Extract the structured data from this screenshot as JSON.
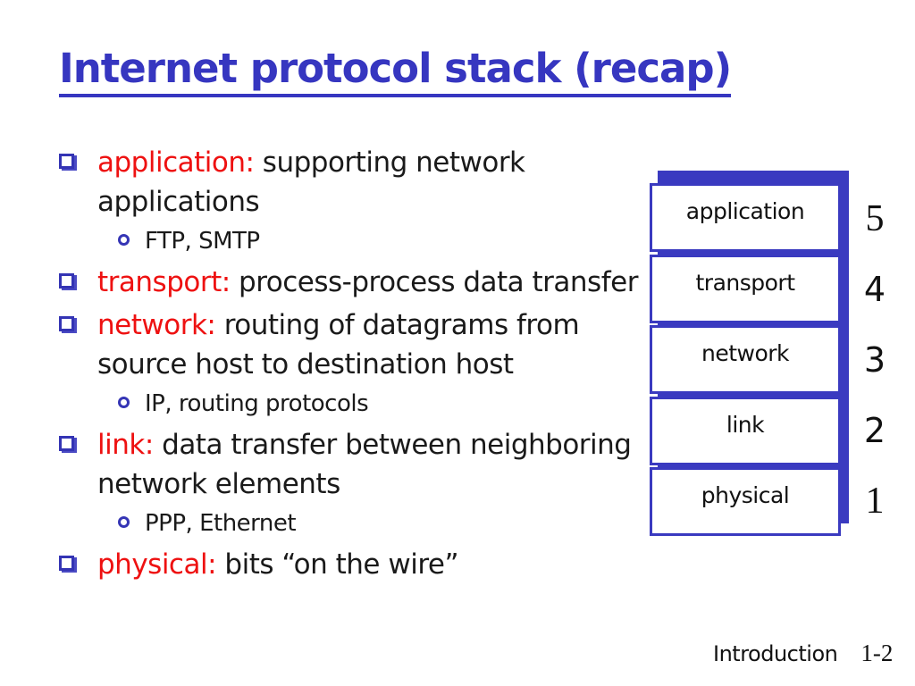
{
  "title": "Internet protocol stack (recap)",
  "bullets": [
    {
      "keyword": "application:",
      "text": " supporting network applications",
      "subs": [
        "FTP, SMTP"
      ]
    },
    {
      "keyword": "transport:",
      "text": " process-process data transfer",
      "subs": []
    },
    {
      "keyword": "network:",
      "text": " routing of datagrams from source host to destination host",
      "subs": [
        "IP, routing protocols"
      ]
    },
    {
      "keyword": "link:",
      "text": " data transfer between neighboring  network elements",
      "subs": [
        "PPP, Ethernet"
      ]
    },
    {
      "keyword": "physical:",
      "text": " bits “on the wire”",
      "subs": []
    }
  ],
  "stack": {
    "layers": [
      "application",
      "transport",
      "network",
      "link",
      "physical"
    ],
    "numbers": [
      "5",
      "4",
      "3",
      "2",
      "1"
    ]
  },
  "footer": {
    "section": "Introduction",
    "page": "1-2"
  },
  "colors": {
    "title_blue": "#3636c0",
    "keyword_red": "#ee1111",
    "stack_blue": "#3a3ac0",
    "bullet_blue": "#3434b4",
    "text_black": "#1a1a1a"
  }
}
